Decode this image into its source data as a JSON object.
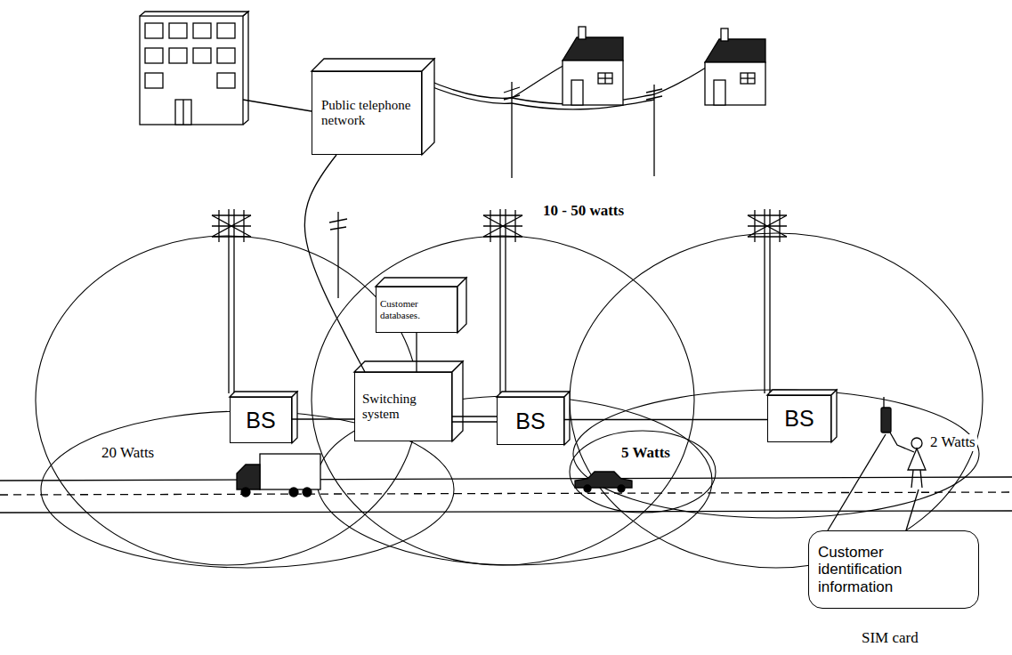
{
  "diagram": {
    "nodes": [
      {
        "text": [
          "Public telephone network"
        ]
      },
      {
        "text": [
          "Customer databases."
        ]
      },
      {
        "text": [
          "Switching system"
        ]
      },
      {
        "text": [
          "BS"
        ]
      },
      {
        "text": [
          "BS"
        ]
      },
      {
        "text": [
          "BS"
        ]
      },
      {
        "text": [
          "Customer identification information"
        ]
      }
    ],
    "edges": [
      {
        "from": 0,
        "to": 2,
        "arrow": "none"
      },
      {
        "from": 1,
        "to": 2,
        "arrow": "none"
      },
      {
        "from": 2,
        "to": 3,
        "arrow": "none"
      },
      {
        "from": 2,
        "to": 4,
        "arrow": "none"
      },
      {
        "from": 4,
        "to": 5,
        "arrow": "none"
      }
    ],
    "labels": [
      "10 - 50 watts",
      "20 Watts",
      "5 Watts",
      "2 Watts",
      "SIM card"
    ]
  }
}
